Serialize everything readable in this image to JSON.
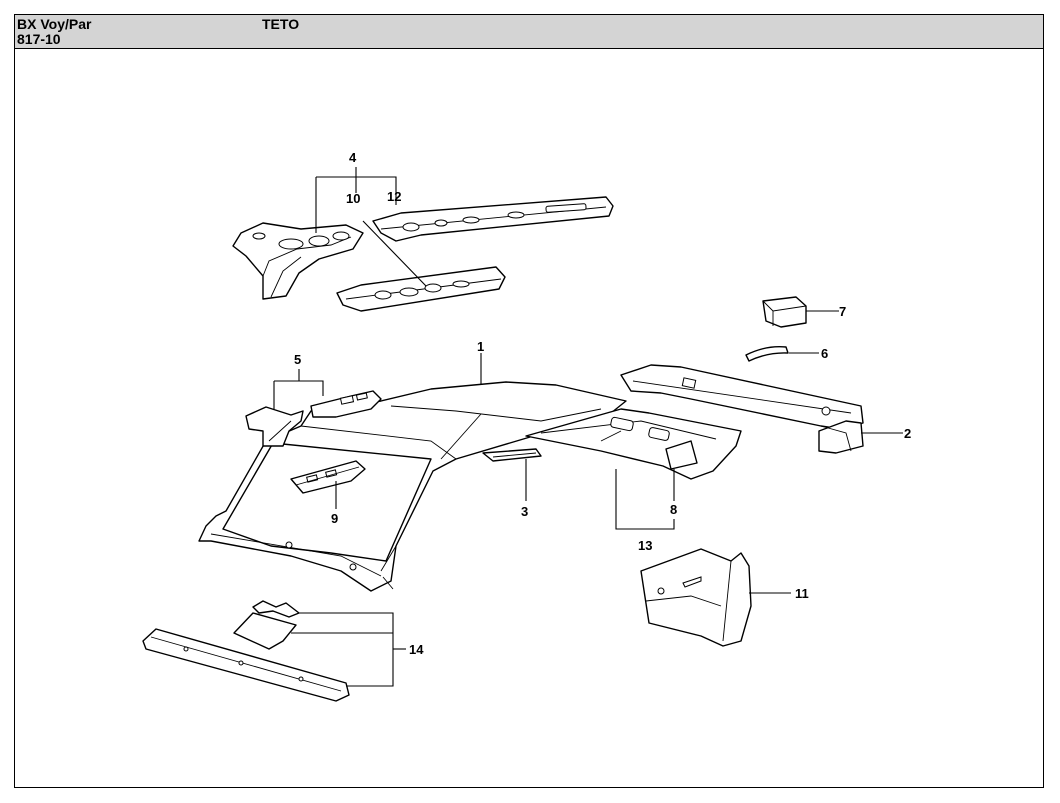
{
  "header": {
    "model": "BX Voy/Par",
    "code": "817-10",
    "section": "TETO"
  },
  "callouts": {
    "c1": "1",
    "c2": "2",
    "c3": "3",
    "c4": "4",
    "c5": "5",
    "c6": "6",
    "c7": "7",
    "c8": "8",
    "c9": "9",
    "c10": "10",
    "c11": "11",
    "c12": "12",
    "c13": "13",
    "c14": "14"
  }
}
